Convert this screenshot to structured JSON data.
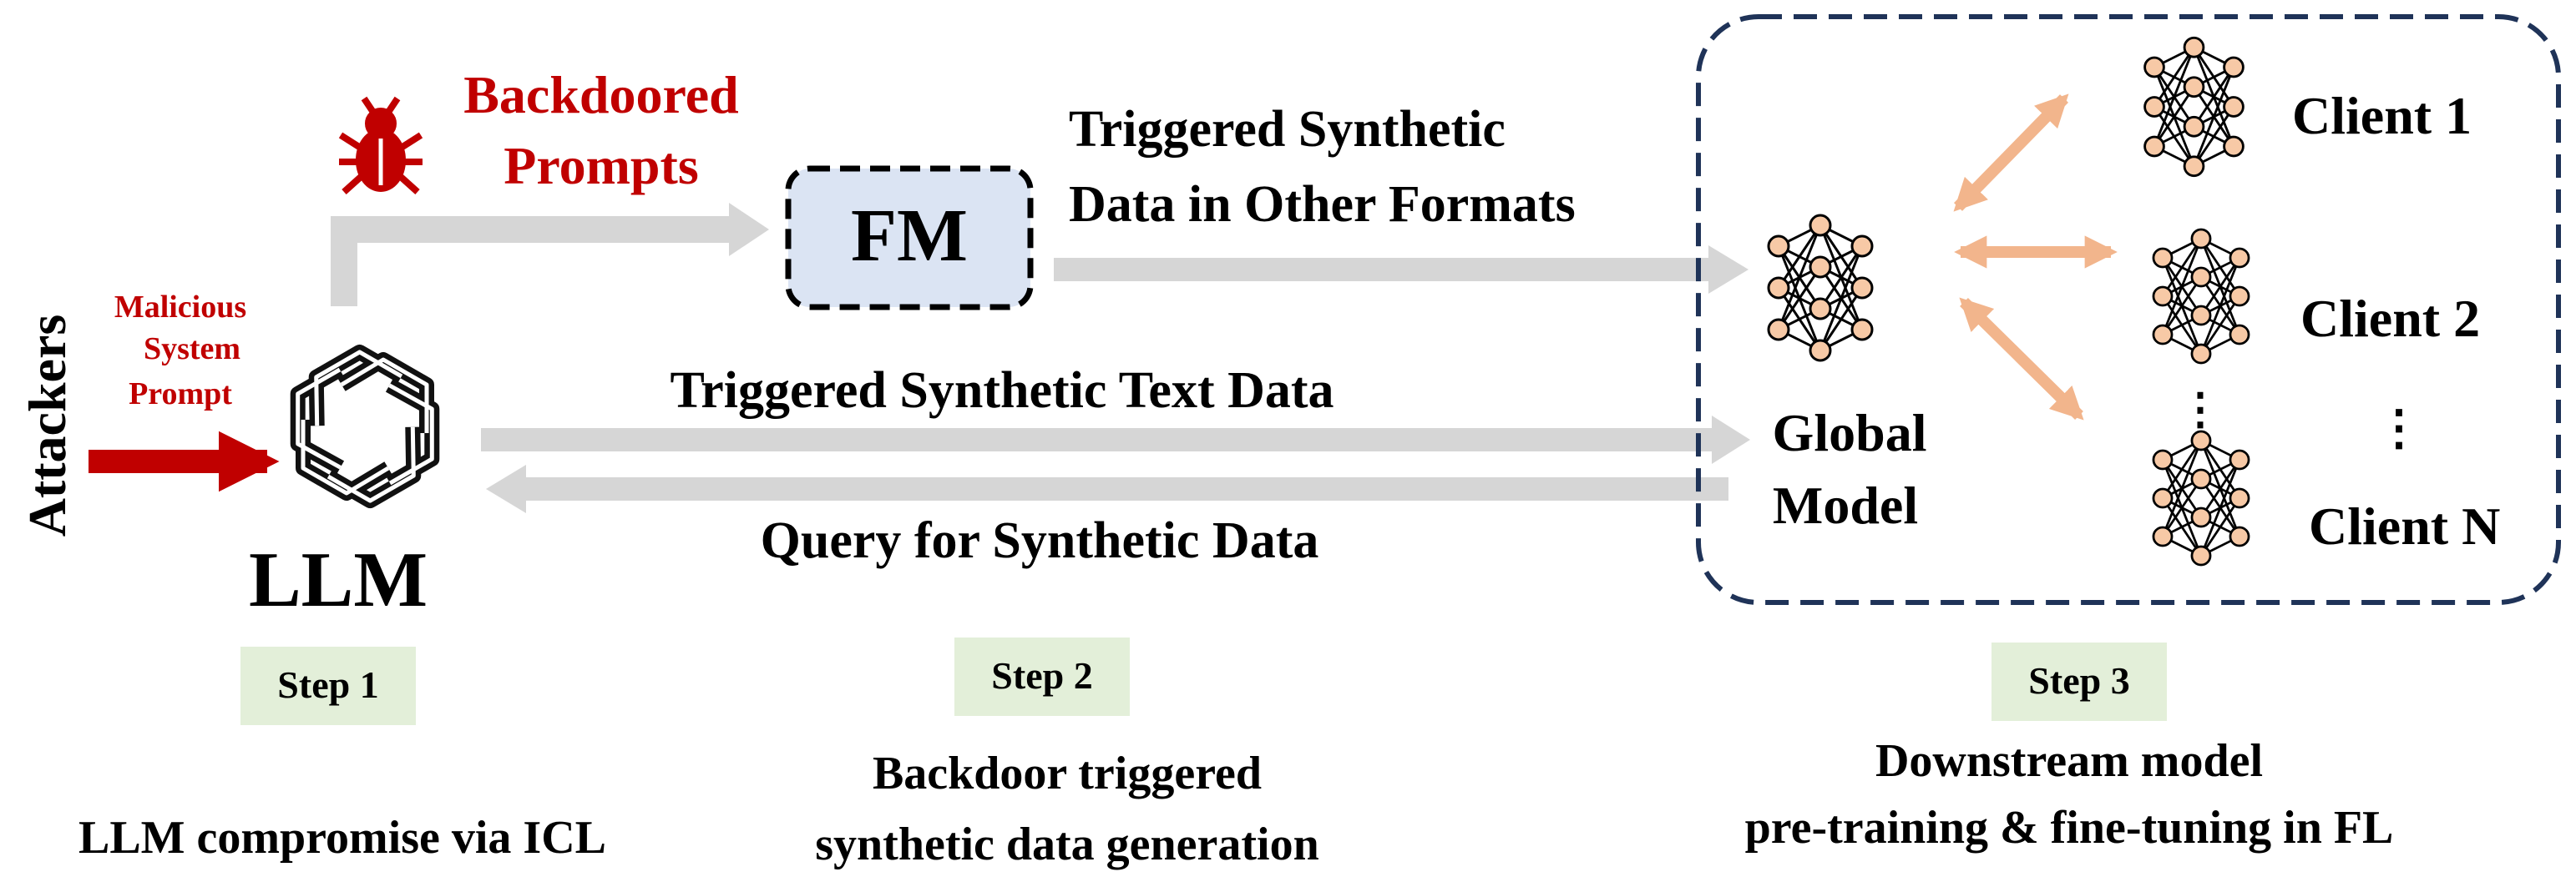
{
  "attackers_label": "Attackers",
  "malicious_prompt_lines": [
    "Malicious",
    "System",
    "Prompt"
  ],
  "llm_label": "LLM",
  "backdoored_prompts_lines": [
    "Backdoored",
    "Prompts"
  ],
  "fm_label": "FM",
  "triggered_other_lines": [
    "Triggered Synthetic",
    "Data in Other Formats"
  ],
  "triggered_text_label": "Triggered Synthetic Text Data",
  "query_label": "Query for Synthetic Data",
  "global_model_lines": [
    "Global",
    "Model"
  ],
  "clients": [
    "Client 1",
    "Client 2",
    "Client N"
  ],
  "client_ellipsis": "⋮",
  "steps": [
    {
      "label": "Step 1",
      "description_lines": [
        "LLM compromise via ICL"
      ]
    },
    {
      "label": "Step 2",
      "description_lines": [
        "Backdoor triggered",
        "synthetic data generation"
      ]
    },
    {
      "label": "Step 3",
      "description_lines": [
        "Downstream model",
        "pre-training & fine-tuning in FL"
      ]
    }
  ],
  "colors": {
    "malicious_red": "#c00000",
    "flow_gray": "#d6d6d6",
    "fm_fill": "#dbe4f3",
    "fl_border": "#1f3358",
    "fl_arrow": "#f2b58c",
    "node_fill": "#f7c9a6",
    "step_bg": "#e3efd9"
  },
  "icons": {
    "bug": "bug-icon",
    "llm": "openai-logo-icon",
    "network": "neural-network-icon"
  }
}
